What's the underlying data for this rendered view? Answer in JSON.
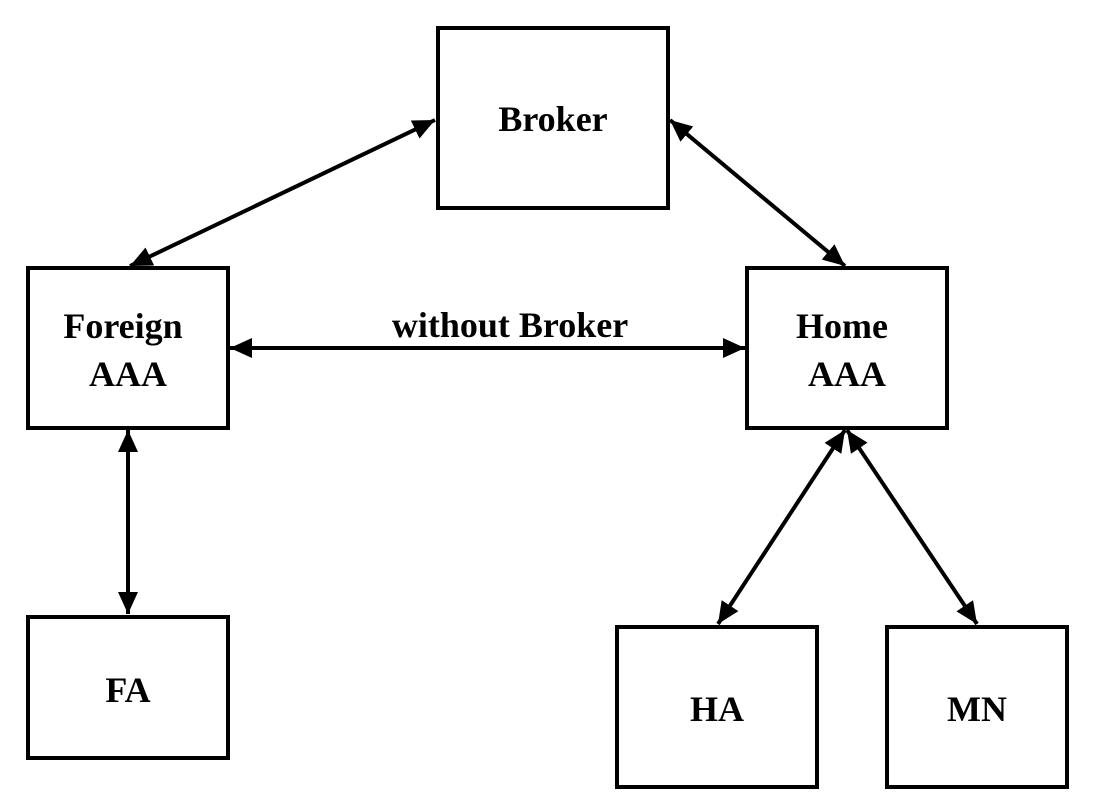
{
  "nodes": {
    "broker": {
      "line1": "Broker"
    },
    "foreign_aaa": {
      "line1": "Foreign",
      "line2": "AAA"
    },
    "home_aaa": {
      "line1": "Home",
      "line2": "AAA"
    },
    "fa": {
      "line1": "FA"
    },
    "ha": {
      "line1": "HA"
    },
    "mn": {
      "line1": "MN"
    }
  },
  "edges": {
    "foreign_home_label": "without Broker"
  },
  "colors": {
    "stroke": "#000000",
    "background": "#ffffff"
  }
}
